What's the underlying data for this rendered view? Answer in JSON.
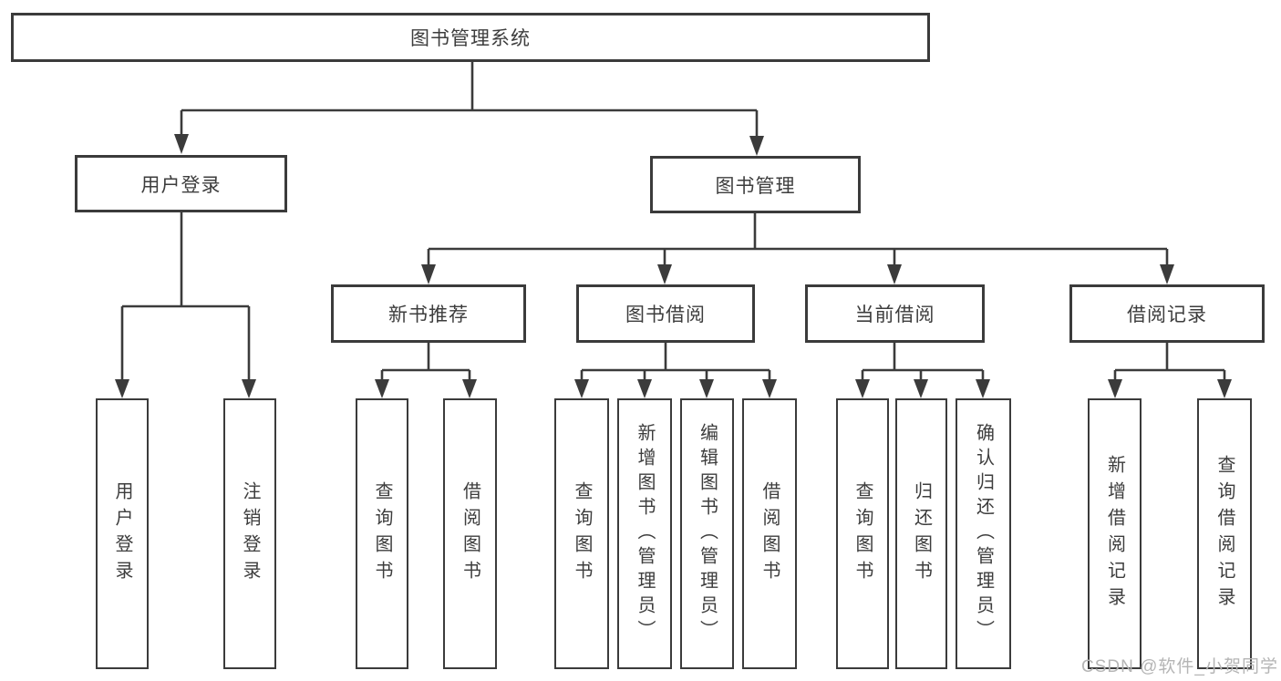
{
  "diagram": {
    "root": "图书管理系统",
    "branches": [
      {
        "label": "用户登录",
        "children": [
          {
            "label": "用户登录"
          },
          {
            "label": "注销登录"
          }
        ]
      },
      {
        "label": "图书管理",
        "children": [
          {
            "label": "新书推荐",
            "children": [
              {
                "label": "查询图书"
              },
              {
                "label": "借阅图书"
              }
            ]
          },
          {
            "label": "图书借阅",
            "children": [
              {
                "label": "查询图书"
              },
              {
                "label": "新增图书（管理员）"
              },
              {
                "label": "编辑图书（管理员）"
              },
              {
                "label": "借阅图书"
              }
            ]
          },
          {
            "label": "当前借阅",
            "children": [
              {
                "label": "查询图书"
              },
              {
                "label": "归还图书"
              },
              {
                "label": "确认归还（管理员）"
              }
            ]
          },
          {
            "label": "借阅记录",
            "children": [
              {
                "label": "新增借阅记录"
              },
              {
                "label": "查询借阅记录"
              }
            ]
          }
        ]
      }
    ]
  },
  "watermark": "CSDN @软件_小贺同学",
  "colors": {
    "line": "#3b3b3b",
    "text": "#3d3d3d",
    "watermark": "#b5b5b5",
    "background": "#ffffff"
  }
}
